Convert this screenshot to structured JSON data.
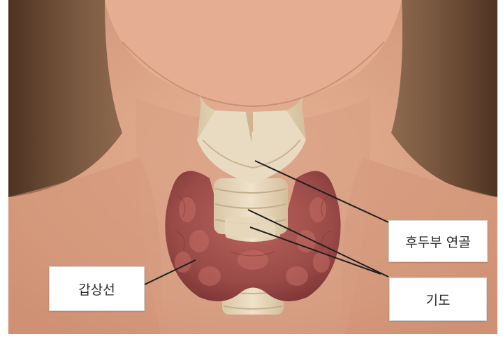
{
  "labels": {
    "larynx_cartilage": "후두부 연골",
    "trachea": "기도",
    "thyroid": "갑상선"
  },
  "colors": {
    "background": "#ffffff",
    "skin": "#d9a184",
    "hair": "#6b4a33",
    "cartilage": "#e8d7bd",
    "thyroid": "#a3534f",
    "leader_line": "#1f1f1f"
  }
}
